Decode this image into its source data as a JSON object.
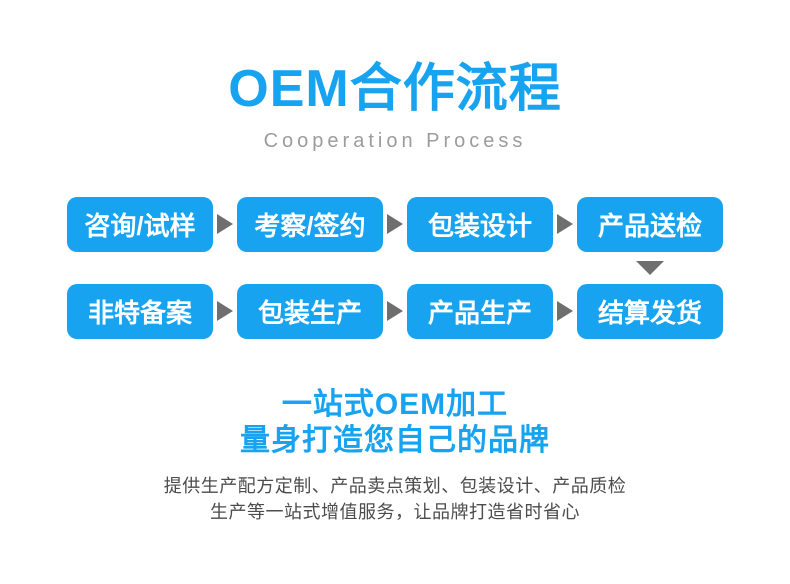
{
  "header": {
    "title": "OEM合作流程",
    "subtitle": "Cooperation Process"
  },
  "flow": {
    "row1": [
      "咨询/试样",
      "考察/签约",
      "包装设计",
      "产品送检"
    ],
    "row2": [
      "非特备案",
      "包装生产",
      "产品生产",
      "结算发货"
    ]
  },
  "tagline": {
    "line1": "一站式OEM加工",
    "line2": "量身打造您自己的品牌"
  },
  "description": {
    "line1": "提供生产配方定制、产品卖点策划、包装设计、产品质检",
    "line2": "生产等一站式增值服务，让品牌打造省时省心"
  },
  "colors": {
    "accent_blue": "#17a3f0",
    "arrow_gray": "#6f6f6f",
    "subtitle_gray": "#9c9c9c",
    "description_gray": "#4c4c4c"
  }
}
